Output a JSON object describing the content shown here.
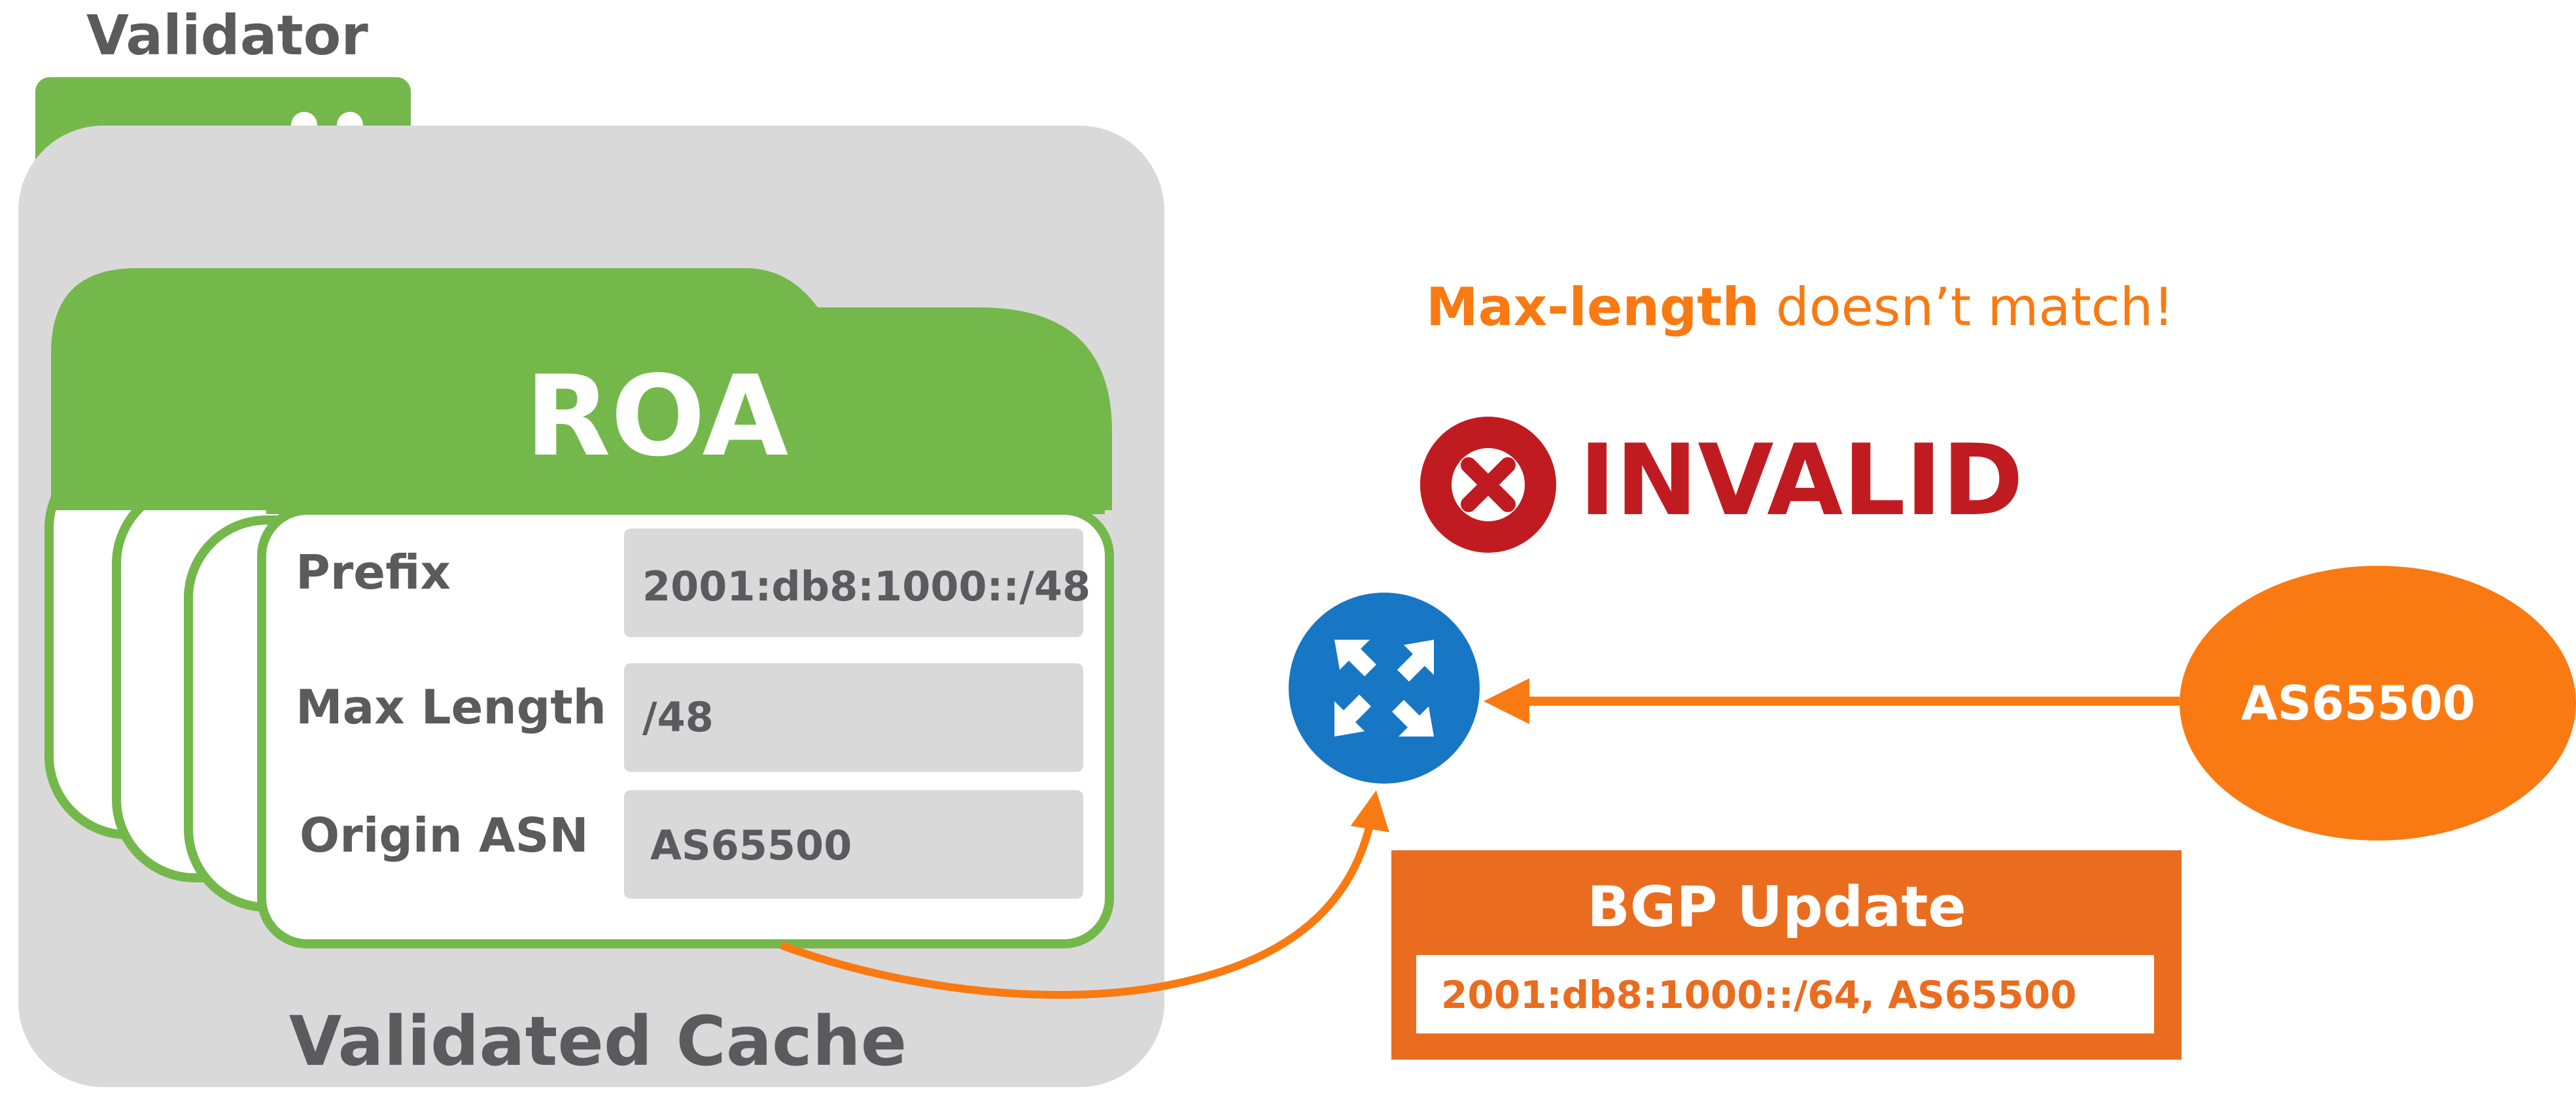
{
  "validator": {
    "label": "Validator"
  },
  "cache": {
    "label": "Validated Cache"
  },
  "roa": {
    "title": "ROA",
    "rows": [
      {
        "field": "Prefix",
        "value": "2001:db8:1000::/48"
      },
      {
        "field": "Max Length",
        "value": "/48"
      },
      {
        "field": "Origin ASN",
        "value": "AS65500"
      }
    ]
  },
  "status": {
    "reason_bold": "Max-length",
    "reason_rest": " doesn’t match!",
    "result": "INVALID"
  },
  "peer": {
    "label": "AS65500"
  },
  "bgp_update": {
    "title": "BGP Update",
    "content": "2001:db8:1000::/64, AS65500"
  },
  "icons": {
    "invalid": "x-circle-icon",
    "router": "router-icon",
    "server_status": "server-dots-icon"
  },
  "colors": {
    "green": "#74b84c",
    "gray_panel": "#dad9da",
    "gray_text": "#5b5b5d",
    "orange": "#f97a12",
    "orange_dark": "#ea6c1f",
    "red": "#c11b22",
    "blue": "#1777c5",
    "white": "#ffffff"
  }
}
